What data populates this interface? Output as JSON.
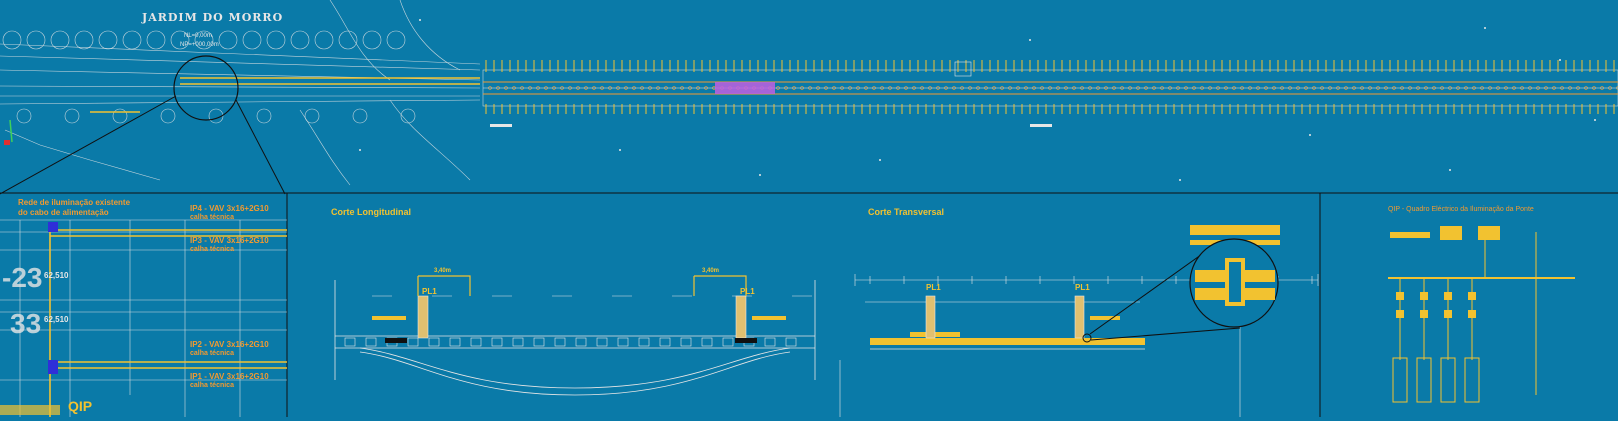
{
  "drawing": {
    "background_color": "#0a7aa8",
    "accent_yellow": "#f2c230",
    "accent_orange": "#f29a30",
    "line_white": "#e6e6e6",
    "site_plan": {
      "title": "JARDIM DO MORRO",
      "level_label_1": "NL=0,00m",
      "level_label_2": "NP=+000,00m"
    },
    "detail_panel": {
      "note_1": "Rede de iluminação existente",
      "note_2": "do cabo de alimentação",
      "cables": [
        {
          "label": "IP4 - VAV 3x16+2G10",
          "sub": "calha técnica"
        },
        {
          "label": "IP3 - VAV 3x16+2G10",
          "sub": "calha técnica"
        },
        {
          "label": "IP2 - VAV 3x16+2G10",
          "sub": "calha técnica"
        },
        {
          "label": "IP1 - VAV 3x16+2G10",
          "sub": "calha técnica"
        }
      ],
      "big_numbers": [
        "-23",
        "33"
      ],
      "dimension_1": "62,510",
      "dimension_2": "62,510",
      "qip_label": "QIP"
    },
    "longitudinal_section": {
      "title": "Corte Longitudinal",
      "pole_labels": [
        "PL1",
        "PL1"
      ],
      "dim_labels": [
        "3,40m",
        "3,40m"
      ]
    },
    "transversal_section": {
      "title": "Corte Transversal",
      "pole_labels": [
        "PL1",
        "PL1"
      ]
    },
    "switchboard": {
      "title": "QIP - Quadro Eléctrico da Iluminação da Ponte"
    }
  }
}
